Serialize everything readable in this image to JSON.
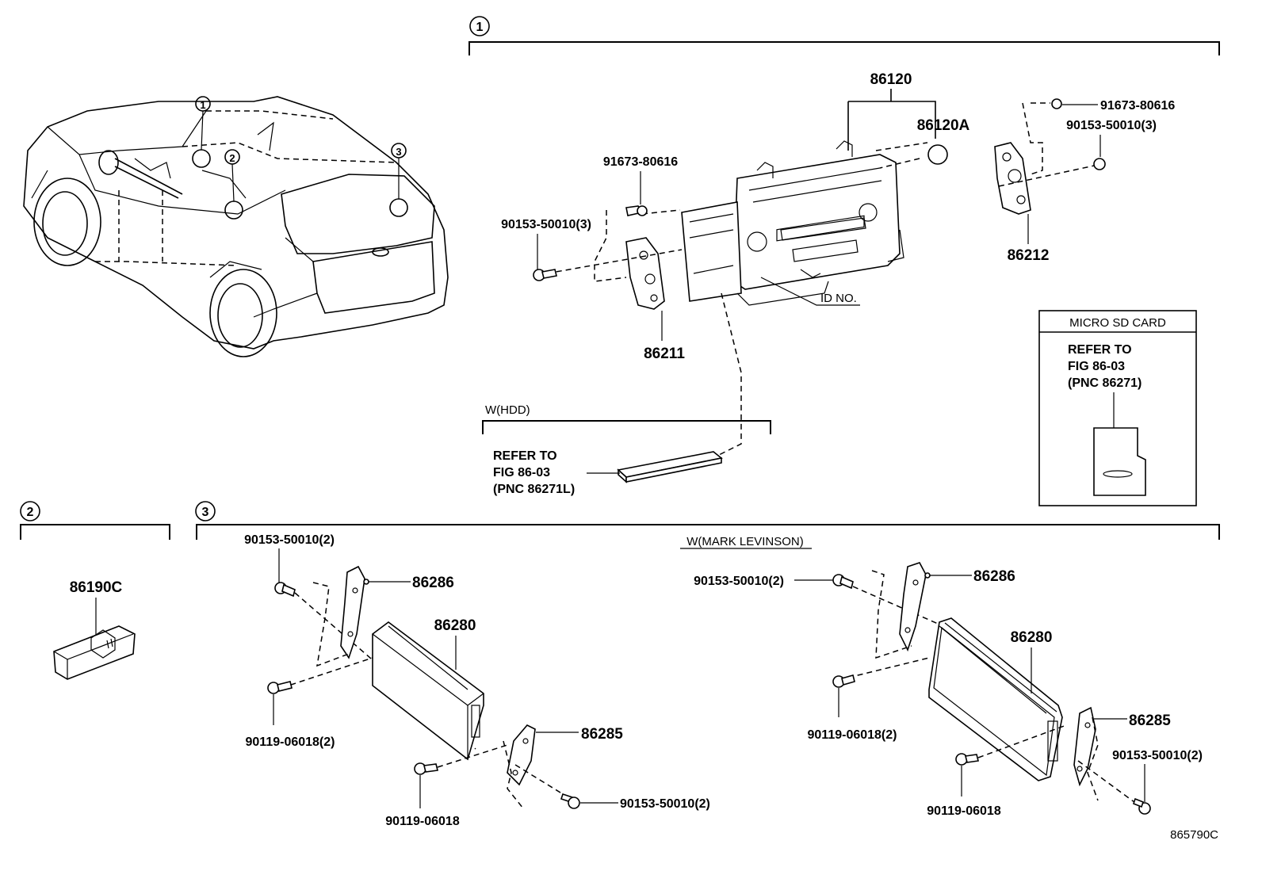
{
  "diagram_code": "865790C",
  "callouts": {
    "c1": "1",
    "c2": "2",
    "c3": "3"
  },
  "section1": {
    "head_unit": "86120",
    "head_unit_cover": "86120A",
    "bracket_left": "86211",
    "bracket_right": "86212",
    "screw_left_top": "91673-80616",
    "bolt_left": "90153-50010(3)",
    "screw_right_top": "91673-80616",
    "bolt_right": "90153-50010(3)",
    "id_label": "ID NO.",
    "hdd_title": "W(HDD)",
    "hdd_ref_line1": "REFER TO",
    "hdd_ref_line2": "FIG 86-03",
    "hdd_ref_line3": "(PNC 86271L)",
    "sd_title": "MICRO SD CARD",
    "sd_ref_line1": "REFER TO",
    "sd_ref_line2": "FIG 86-03",
    "sd_ref_line3": "(PNC 86271)"
  },
  "section2": {
    "part": "86190C"
  },
  "section3": {
    "variant_title": "W(MARK LEVINSON)",
    "left": {
      "bolt_top": "90153-50010(2)",
      "bracket_top": "86286",
      "amplifier": "86280",
      "screw_mid": "90119-06018(2)",
      "bracket_bottom": "86285",
      "screw_bottom": "90119-06018",
      "bolt_bottom": "90153-50010(2)"
    },
    "right": {
      "bolt_top": "90153-50010(2)",
      "bracket_top": "86286",
      "amplifier": "86280",
      "screw_mid": "90119-06018(2)",
      "bracket_bottom": "86285",
      "bolt_bottom": "90153-50010(2)",
      "screw_bottom": "90119-06018"
    }
  }
}
